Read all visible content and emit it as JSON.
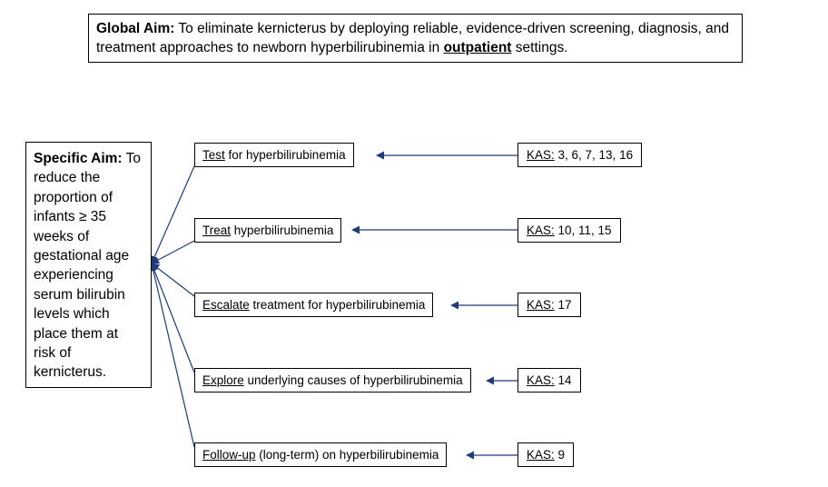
{
  "global_aim": {
    "label": "Global Aim:",
    "text_before": " To eliminate kernicterus by deploying reliable, evidence-driven screening, diagnosis, and treatment approaches to newborn hyperbilirubinemia in ",
    "emphasis": "outpatient",
    "text_after": " settings."
  },
  "specific_aim": {
    "label": "Specific Aim:",
    "text": " To reduce the proportion of infants ≥ 35 weeks of gestational age experiencing serum bilirubin levels which place them at risk of kernicterus."
  },
  "drivers": [
    {
      "keyword": "Test",
      "rest": " for hyperbilirubinemia"
    },
    {
      "keyword": "Treat",
      "rest": " hyperbilirubinemia"
    },
    {
      "keyword": "Escalate",
      "rest": " treatment for hyperbilirubinemia"
    },
    {
      "keyword": "Explore",
      "rest": " underlying causes of hyperbilirubinemia"
    },
    {
      "keyword": "Follow-up",
      "rest": " (long-term) on hyperbilirubinemia"
    }
  ],
  "kas": [
    {
      "label": "KAS:",
      "values": " 3, 6, 7, 13, 16"
    },
    {
      "label": "KAS:",
      "values": " 10, 11, 15"
    },
    {
      "label": "KAS:",
      "values": " 17"
    },
    {
      "label": "KAS:",
      "values": " 14"
    },
    {
      "label": "KAS:",
      "values": " 9"
    }
  ],
  "colors": {
    "arrow": "#1f3a7a",
    "border": "#000000"
  }
}
